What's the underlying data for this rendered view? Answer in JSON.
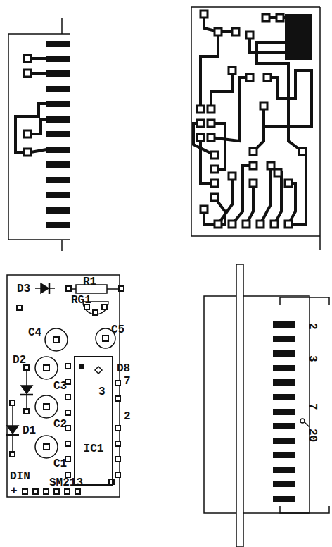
{
  "diagram": {
    "nodes": [
      {
        "text": [
          "IC1"
        ]
      }
    ],
    "labels": [
      "D3",
      "R1",
      "RG1",
      "C4",
      "C5",
      "D2",
      "D8",
      "C3",
      "7",
      "3",
      "2",
      "C2",
      "D1",
      "C1",
      "DIN",
      "SM213",
      "+",
      "2",
      "3",
      "7",
      "20"
    ]
  }
}
